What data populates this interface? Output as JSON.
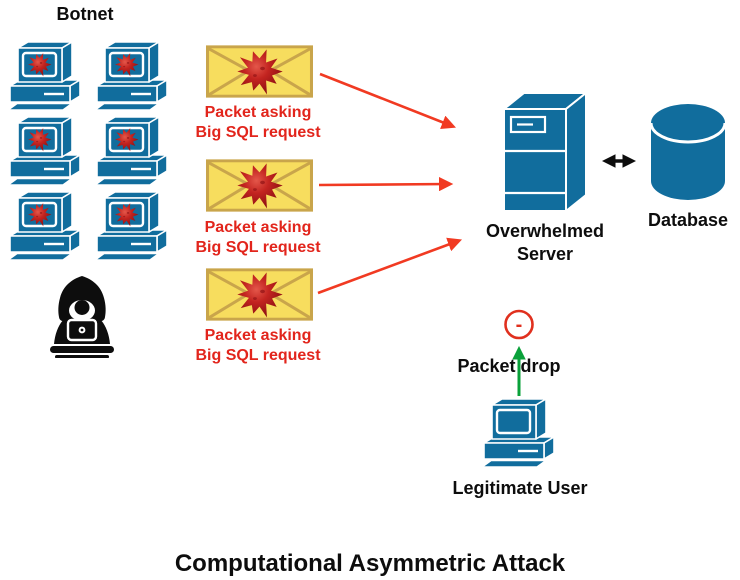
{
  "title": "Computational Asymmetric Attack",
  "colors": {
    "node-blue": "#116d9d",
    "arrow-red": "#f13a22",
    "text-red": "#e2251c",
    "envelope-fill": "#f7dd5e",
    "envelope-border": "#c9a54b",
    "virus-light": "#e4574a",
    "virus-mid": "#c32420",
    "virus-dark": "#8c0f13",
    "green": "#0aa13a",
    "ink": "#0d0d0d",
    "drop-red": "#e0301e"
  },
  "botnet": {
    "label": "Botnet",
    "computer_count": 6,
    "icon": "infected-computer-icon"
  },
  "attacker": {
    "icon": "hacker-icon"
  },
  "packets": [
    {
      "line1": "Packet asking",
      "line2": "Big SQL request",
      "icon": "malicious-envelope-icon"
    },
    {
      "line1": "Packet asking",
      "line2": "Big SQL request",
      "icon": "malicious-envelope-icon"
    },
    {
      "line1": "Packet asking",
      "line2": "Big SQL request",
      "icon": "malicious-envelope-icon"
    }
  ],
  "server": {
    "line1": "Overwhelmed",
    "line2": "Server",
    "icon": "server-icon"
  },
  "database": {
    "label": "Database",
    "icon": "database-cylinder-icon"
  },
  "packet_drop": {
    "label": "Packet drop",
    "symbol": "-"
  },
  "legitimate_user": {
    "label": "Legitimate User",
    "icon": "computer-icon"
  }
}
